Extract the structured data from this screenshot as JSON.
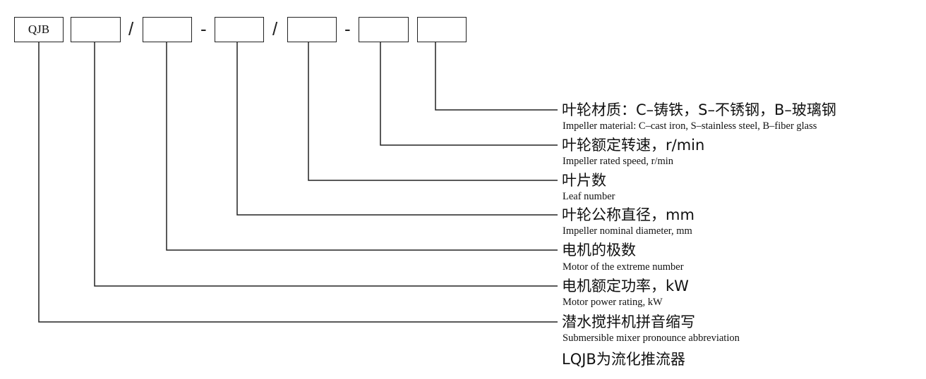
{
  "code": {
    "prefix": "QJB",
    "separators": [
      "/",
      "-",
      "/",
      "-"
    ]
  },
  "descriptions": [
    {
      "zh": "叶轮材质：C–铸铁，S–不锈钢，B–玻璃钢",
      "en": "Impeller material: C–cast iron, S–stainless steel, B–fiber glass"
    },
    {
      "zh": "叶轮额定转速，r/min",
      "en": "Impeller rated speed, r/min"
    },
    {
      "zh": "叶片数",
      "en": "Leaf number"
    },
    {
      "zh": "叶轮公称直径，mm",
      "en": "Impeller nominal diameter, mm"
    },
    {
      "zh": "电机的极数",
      "en": "Motor of the extreme number"
    },
    {
      "zh": "电机额定功率，kW",
      "en": "Motor power rating, kW"
    },
    {
      "zh": "潜水搅拌机拼音缩写",
      "en": "Submersible mixer pronounce abbreviation"
    }
  ],
  "note": "LQJB为流化推流器"
}
